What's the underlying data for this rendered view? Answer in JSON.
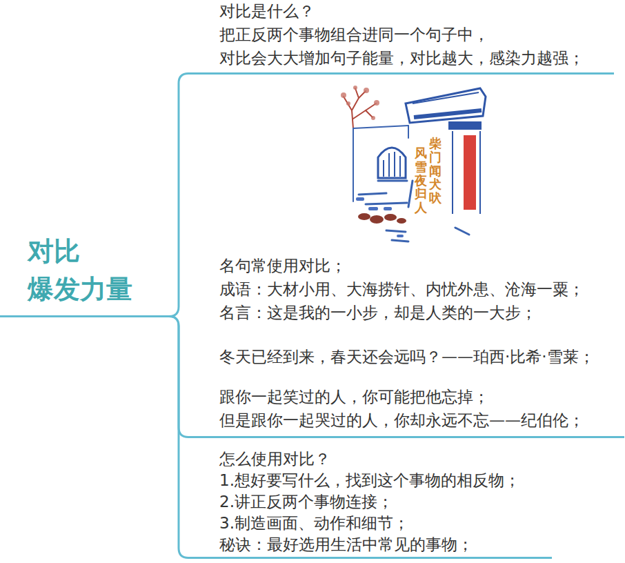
{
  "diagram": {
    "nodes": [
      {
        "text": [
          "对比 爆发力量"
        ]
      },
      {
        "text": [
          "对比是什么？",
          "把正反两个事物组合进同一个句子中，",
          "对比会大大增加句子能量，对比越大，感染力越强；"
        ]
      },
      {
        "text": [
          "名句常使用对比；",
          "成语：大材小用、大海捞针、内忧外患、沧海一粟；",
          "名言：这是我的一小步，却是人类的一大步；",
          "冬天已经到来，春天还会远吗？——珀西·比希·雪莱；",
          "跟你一起笑过的人，你可能把他忘掉；",
          "但是跟你一起哭过的人，你却永远不忘——纪伯伦；"
        ]
      },
      {
        "text": [
          "怎么使用对比？",
          "1.想好要写什么，找到这个事物的相反物；",
          "2.讲正反两个事物连接；",
          "3.制造画面、动作和细节；",
          "秘诀：最好选用生活中常见的事物；"
        ]
      }
    ],
    "edges": [
      {
        "from": 0,
        "to": 1,
        "arrow": "none"
      },
      {
        "from": 0,
        "to": 2,
        "arrow": "none"
      },
      {
        "from": 0,
        "to": 3,
        "arrow": "none"
      }
    ],
    "labels": [
      "柴门闻犬吠",
      "风雪夜归人"
    ]
  }
}
